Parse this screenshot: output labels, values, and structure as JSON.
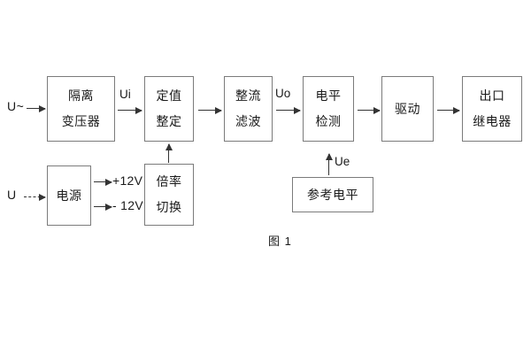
{
  "figure": {
    "caption": "图 1",
    "background": "#ffffff",
    "border_color": "#7b7b7b",
    "line_color": "#333333",
    "text_color": "#1a1a1a"
  },
  "inputs": {
    "ac_source": "U~",
    "dc_source": "U"
  },
  "blocks": [
    {
      "id": "isolation-transformer",
      "lines": [
        "隔离",
        "变压器"
      ]
    },
    {
      "id": "setting-value",
      "lines": [
        "定值",
        "整定"
      ]
    },
    {
      "id": "rectify-filter",
      "lines": [
        "整流",
        "滤波"
      ]
    },
    {
      "id": "level-detection",
      "lines": [
        "电平",
        "检测"
      ]
    },
    {
      "id": "drive",
      "lines": [
        "驱动"
      ]
    },
    {
      "id": "output-relay",
      "lines": [
        "出口",
        "继电器"
      ]
    },
    {
      "id": "power-supply",
      "lines": [
        "电源"
      ]
    },
    {
      "id": "multiplier-switch",
      "lines": [
        "倍率",
        "切换"
      ]
    },
    {
      "id": "reference-level",
      "lines": [
        "参考电平"
      ]
    }
  ],
  "signals": {
    "ui": "Ui",
    "uo": "Uo",
    "ue": "Ue"
  },
  "rails": {
    "positive": "+12V",
    "negative": "- 12V"
  }
}
